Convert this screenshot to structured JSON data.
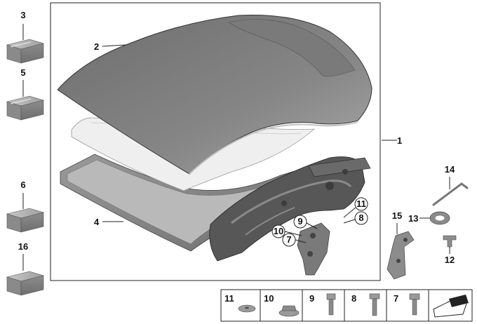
{
  "diagram": {
    "callouts": {
      "c1": "1",
      "c2": "2",
      "c4": "4",
      "c7": "7",
      "c8": "8",
      "c9": "9",
      "c10": "10",
      "c11": "11",
      "c12": "12",
      "c13": "13",
      "c14": "14",
      "c15": "15"
    },
    "side_parts": [
      {
        "label": "3"
      },
      {
        "label": "5"
      },
      {
        "label": "6"
      },
      {
        "label": "16"
      }
    ],
    "fastener_strip": [
      {
        "label": "11"
      },
      {
        "label": "10"
      },
      {
        "label": "9"
      },
      {
        "label": "8"
      },
      {
        "label": "7"
      }
    ]
  }
}
